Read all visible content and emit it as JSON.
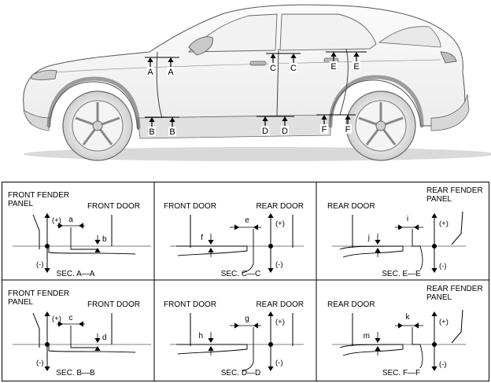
{
  "car_markers": [
    {
      "letter": "A"
    },
    {
      "letter": "A"
    },
    {
      "letter": "C"
    },
    {
      "letter": "C"
    },
    {
      "letter": "E"
    },
    {
      "letter": "E"
    },
    {
      "letter": "B"
    },
    {
      "letter": "B"
    },
    {
      "letter": "D"
    },
    {
      "letter": "D"
    },
    {
      "letter": "F"
    },
    {
      "letter": "F"
    }
  ],
  "panels": [
    {
      "left_label": [
        "FRONT FENDER",
        "PANEL"
      ],
      "right_label": [
        "FRONT DOOR"
      ],
      "gap": "a",
      "flush": "b",
      "plus": "(+)",
      "minus": "(-)",
      "section": "SEC. A—A"
    },
    {
      "left_label": [
        "FRONT DOOR"
      ],
      "right_label": [
        "REAR DOOR"
      ],
      "gap": "e",
      "flush": "f",
      "plus": "(+)",
      "minus": "(-)",
      "section": "SEC. C—C"
    },
    {
      "left_label": [
        "REAR DOOR"
      ],
      "right_label": [
        "REAR FENDER",
        "PANEL"
      ],
      "gap": "i",
      "flush": "j",
      "plus": "(+)",
      "minus": "(-)",
      "section": "SEC. E—E"
    },
    {
      "left_label": [
        "FRONT FENDER",
        "PANEL"
      ],
      "right_label": [
        "FRONT DOOR"
      ],
      "gap": "c",
      "flush": "d",
      "plus": "(+)",
      "minus": "(-)",
      "section": "SEC. B—B"
    },
    {
      "left_label": [
        "FRONT DOOR"
      ],
      "right_label": [
        "REAR DOOR"
      ],
      "gap": "g",
      "flush": "h",
      "plus": "(+)",
      "minus": "(-)",
      "section": "SEC. D—D"
    },
    {
      "left_label": [
        "REAR DOOR"
      ],
      "right_label": [
        "REAR FENDER",
        "PANEL"
      ],
      "gap": "k",
      "flush": "m",
      "plus": "(+)",
      "minus": "(-)",
      "section": "SEC. F—F"
    }
  ]
}
